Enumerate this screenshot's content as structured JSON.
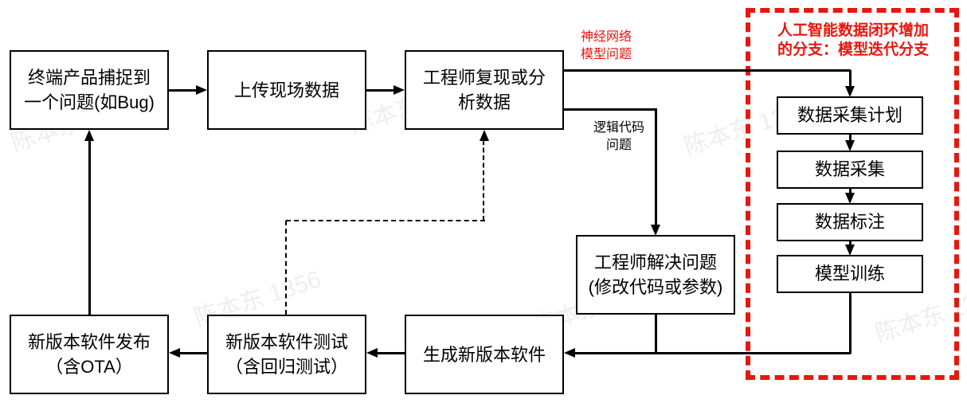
{
  "nodes": {
    "capture": {
      "lines": [
        "终端产品捕捉到",
        "一个问题(如Bug)"
      ]
    },
    "upload": {
      "lines": [
        "上传现场数据"
      ]
    },
    "analyze": {
      "lines": [
        "工程师复现或分",
        "析数据"
      ]
    },
    "solve": {
      "lines": [
        "工程师解决问题",
        "(修改代码或参数)"
      ]
    },
    "generate": {
      "lines": [
        "生成新版本软件"
      ]
    },
    "test": {
      "lines": [
        "新版本软件测试",
        "（含回归测试）"
      ]
    },
    "release": {
      "lines": [
        "新版本软件发布",
        "（含OTA）"
      ]
    },
    "plan": {
      "lines": [
        "数据采集计划"
      ]
    },
    "collect": {
      "lines": [
        "数据采集"
      ]
    },
    "annotate": {
      "lines": [
        "数据标注"
      ]
    },
    "train": {
      "lines": [
        "模型训练"
      ]
    }
  },
  "labels": {
    "nn_problem": {
      "lines": [
        "神经网络",
        "模型问题"
      ]
    },
    "logic_problem": {
      "lines": [
        "逻辑代码",
        "问题"
      ]
    },
    "branch_title": {
      "lines": [
        "人工智能数据闭环增加",
        "的分支：模型迭代分支"
      ]
    }
  },
  "watermark": {
    "text": "陈本东 1356"
  },
  "colors": {
    "accent_red": "#e8160f",
    "line_black": "#000000",
    "box_background": "#ffffff"
  }
}
